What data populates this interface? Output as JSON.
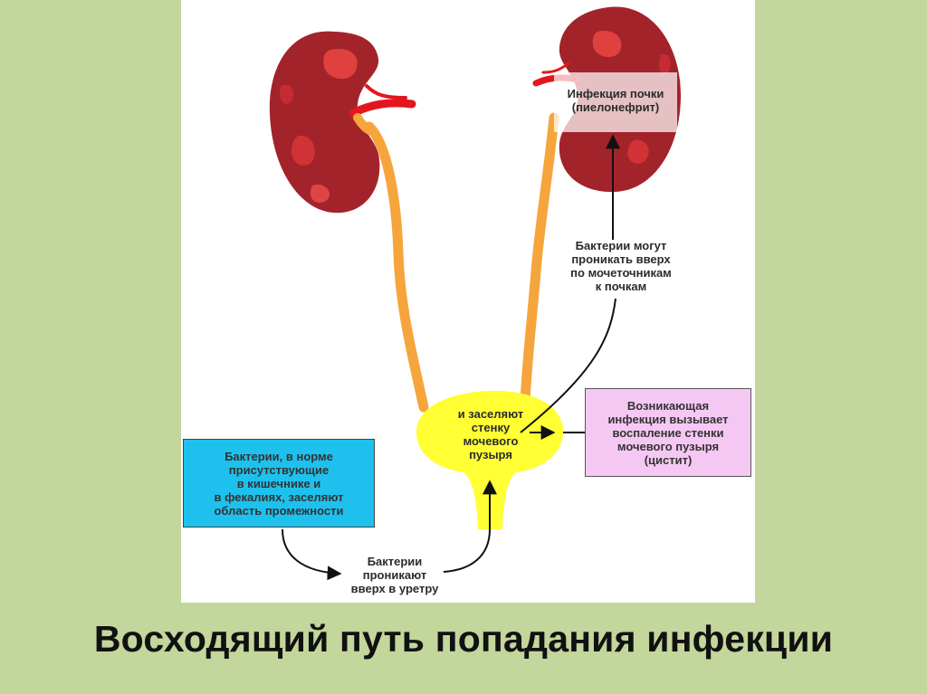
{
  "slide": {
    "title": "Восходящий путь попадания инфекции"
  },
  "diagram": {
    "kidney_infection_label": "Инфекция почки\n(пиелонефрит)",
    "ureter_note": "Бактерии могут\nпроникать вверх\nпо мочеточникам\nк почкам",
    "bladder_label": "и заселяют\nстенку\nмочевого\nпузыря",
    "cystitis_note": "Возникающая\nинфекция вызывает\nвоспаление стенки\nмочевого пузыря\n(цистит)",
    "intestine_note": "Бактерии, в норме\nприсутствующие\nв кишечнике и\nв фекалиях, заселяют\nобласть промежности",
    "urethra_note": "Бактерии\nпроникают\nвверх в уретру"
  },
  "colors": {
    "background": "#c3d69b",
    "kidney": "#a3232b",
    "ureter": "#f6a53c",
    "bladder": "#ffff33",
    "intestine_box": "#1ec1ee",
    "cystitis_box": "#f5c8f3"
  }
}
